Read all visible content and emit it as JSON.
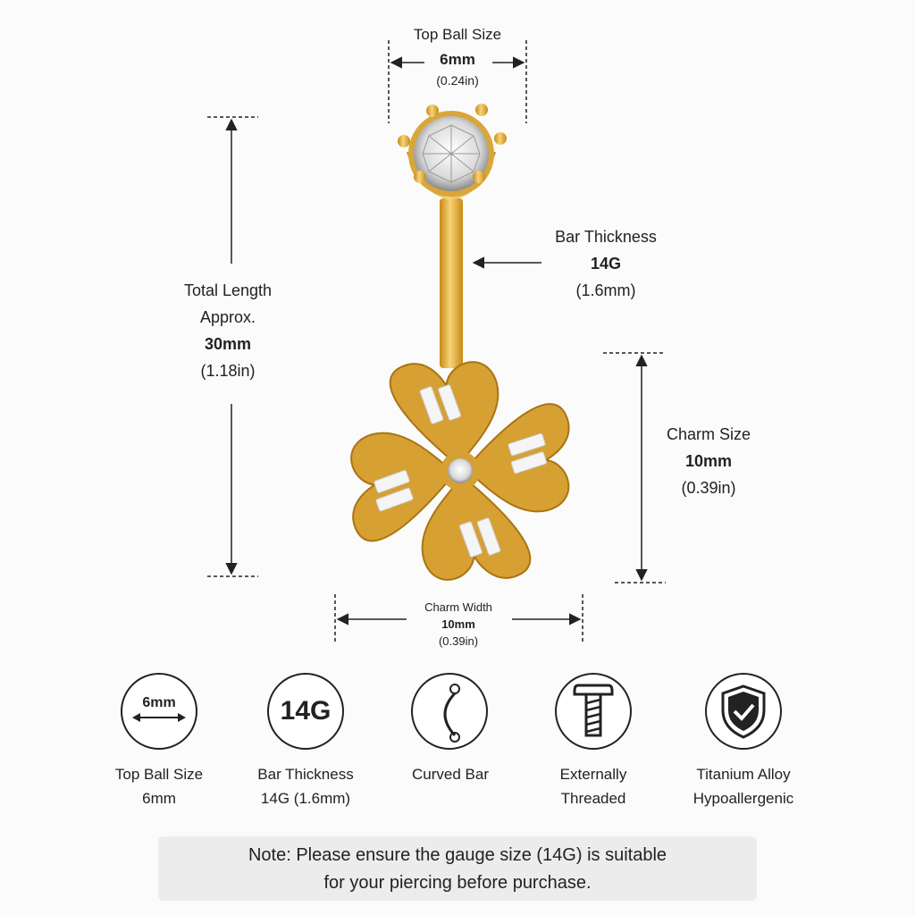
{
  "measurements": {
    "top_ball": {
      "title": "Top Ball Size",
      "value": "6mm",
      "sub": "(0.24in)"
    },
    "total_length": {
      "title_line1": "Total Length",
      "title_line2": "Approx.",
      "value": "30mm",
      "sub": "(1.18in)"
    },
    "bar_thickness": {
      "title": "Bar Thickness",
      "value": "14G",
      "sub": "(1.6mm)"
    },
    "charm_size": {
      "title": "Charm Size",
      "value": "10mm",
      "sub": "(0.39in)"
    },
    "charm_width": {
      "title": "Charm Width",
      "value": "10mm",
      "sub": "(0.39in)"
    }
  },
  "features": [
    {
      "icon": "ball-size-icon",
      "icon_text": "6mm",
      "line1": "Top Ball Size",
      "line2": "6mm"
    },
    {
      "icon": "gauge-icon",
      "icon_text": "14G",
      "line1": "Bar Thickness",
      "line2": "14G (1.6mm)"
    },
    {
      "icon": "curved-bar-icon",
      "icon_text": "",
      "line1": "Curved Bar",
      "line2": ""
    },
    {
      "icon": "screw-icon",
      "icon_text": "",
      "line1": "Externally",
      "line2": "Threaded"
    },
    {
      "icon": "shield-check-icon",
      "icon_text": "",
      "line1": "Titanium Alloy",
      "line2": "Hypoallergenic"
    }
  ],
  "note": {
    "line1": "Note:  Please ensure the gauge size (14G) is suitable",
    "line2": "for your piercing before purchase."
  },
  "colors": {
    "gold": "#e0a92e",
    "gold_dark": "#b8831a",
    "gem": "#f4f4f4",
    "text": "#222222",
    "note_bg": "#ececec"
  }
}
